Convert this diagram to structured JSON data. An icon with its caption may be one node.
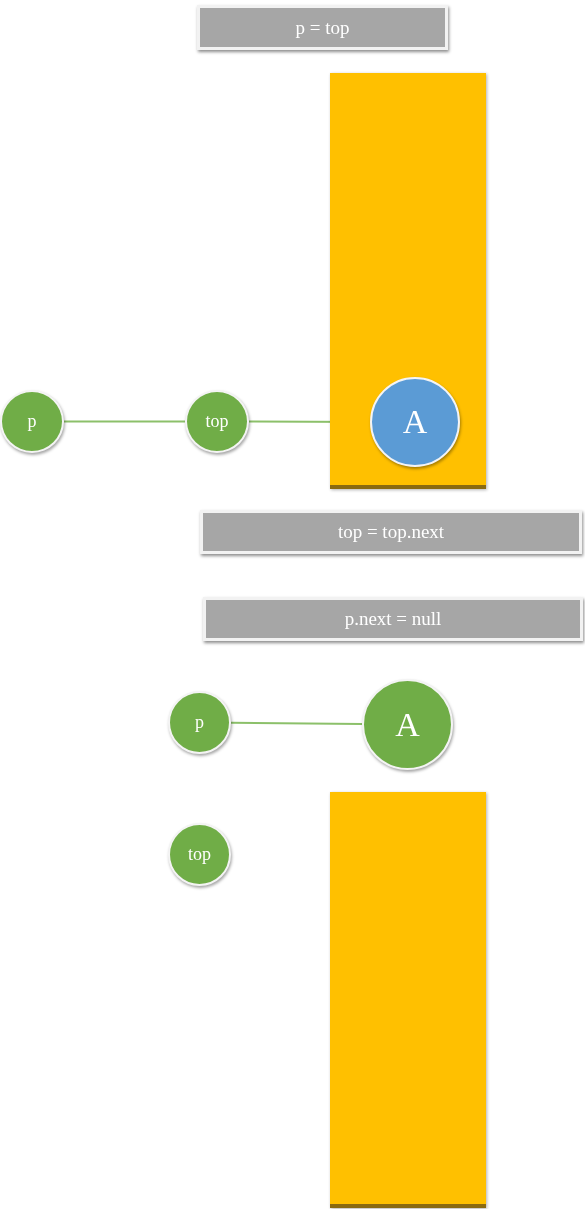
{
  "diagram": {
    "nodes": [
      {
        "text": [
          "p = top"
        ]
      },
      {
        "text": [],
        "shape": "box"
      },
      {
        "text": [
          "p"
        ]
      },
      {
        "text": [
          "top"
        ]
      },
      {
        "text": [
          "A"
        ],
        "in": 1
      },
      {
        "text": [
          "top = top.next"
        ]
      },
      {
        "text": [
          "p.next = null"
        ]
      },
      {
        "text": [
          "p"
        ]
      },
      {
        "text": [
          "A"
        ]
      },
      {
        "text": [
          "top"
        ]
      },
      {
        "text": [],
        "shape": "box"
      }
    ],
    "edges": [
      {
        "from": 2,
        "to": 3,
        "arrow": "none"
      },
      {
        "from": 3,
        "to": 4,
        "arrow": "none"
      },
      {
        "from": 7,
        "to": 8,
        "arrow": "none"
      }
    ]
  }
}
